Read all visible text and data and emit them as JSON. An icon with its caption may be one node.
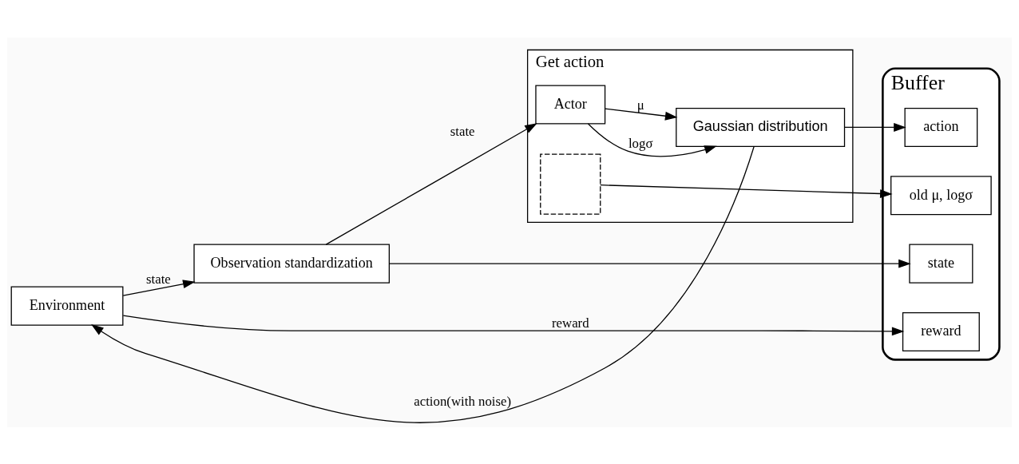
{
  "diagram": {
    "nodes": [
      {
        "text": [
          "Environment"
        ]
      },
      {
        "text": [
          "Observation standardization"
        ]
      },
      {
        "text": [
          "Get action"
        ]
      },
      {
        "text": [
          "Actor"
        ],
        "in": 2
      },
      {
        "text": [],
        "shape": "box",
        "in": 2
      },
      {
        "text": [
          "Gaussian distribution"
        ],
        "in": 2
      },
      {
        "text": [
          "Buffer"
        ]
      },
      {
        "text": [
          "reward"
        ],
        "in": 6
      },
      {
        "text": [
          "state"
        ],
        "in": 6
      },
      {
        "text": [
          "old μ, logσ"
        ],
        "in": 6
      },
      {
        "text": [
          "action"
        ],
        "in": 6
      }
    ],
    "edges": [
      {
        "from": 0,
        "to": 1,
        "arrow": "to",
        "label": "state"
      },
      {
        "from": 1,
        "to": 3,
        "arrow": "to",
        "label": "state"
      },
      {
        "from": 3,
        "to": 5,
        "arrow": "to",
        "label": "logσ"
      },
      {
        "from": 3,
        "to": 5,
        "arrow": "to",
        "label": "μ"
      },
      {
        "from": 5,
        "to": 0,
        "arrow": "to",
        "label": "action(with noise)"
      },
      {
        "from": 0,
        "to": 7,
        "arrow": "to",
        "label": "reward"
      },
      {
        "from": 1,
        "to": 8,
        "arrow": "to"
      },
      {
        "from": 4,
        "to": 9,
        "arrow": "to"
      },
      {
        "from": 5,
        "to": 10,
        "arrow": "to"
      }
    ]
  }
}
